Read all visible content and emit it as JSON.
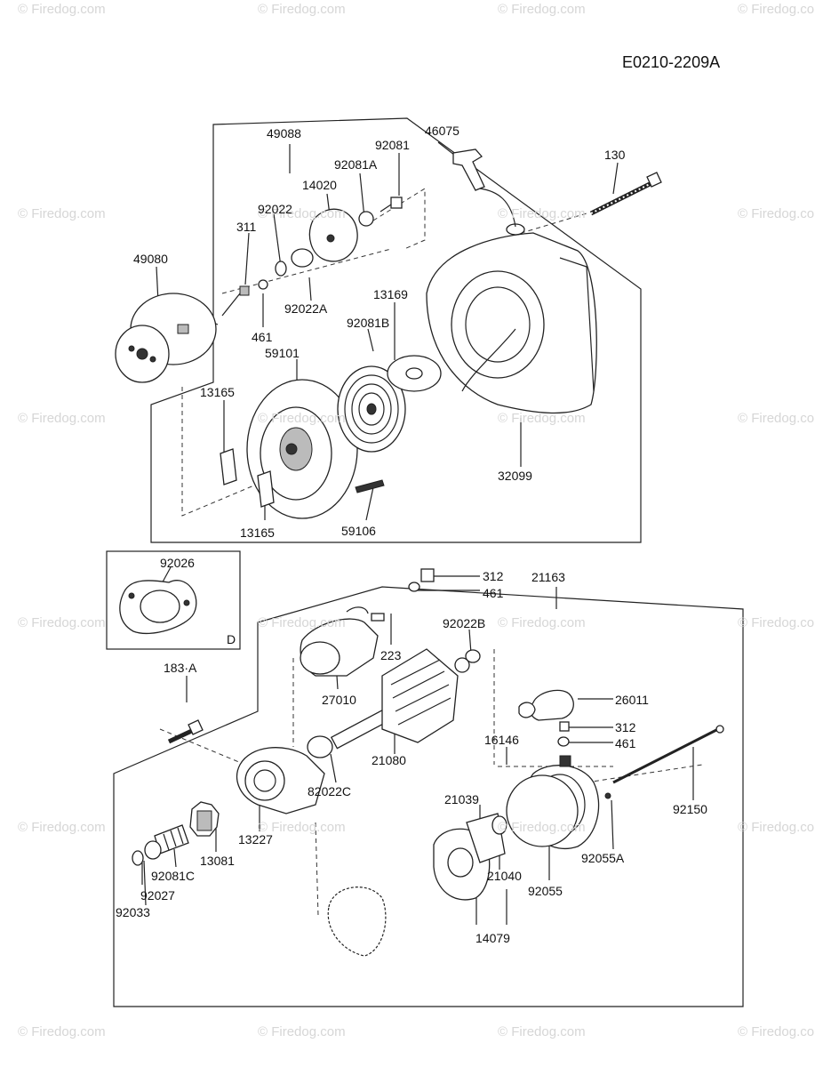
{
  "diagram_id": "E0210-2209A",
  "watermark": "© Firedog.com",
  "callouts": {
    "c49088": "49088",
    "c46075": "46075",
    "c92081": "92081",
    "c92081A": "92081A",
    "c14020": "14020",
    "c92022": "92022",
    "c311": "311",
    "c130": "130",
    "c49080": "49080",
    "c92022A": "92022A",
    "c461a": "461",
    "c13169": "13169",
    "c92081B": "92081B",
    "c59101": "59101",
    "c13165a": "13165",
    "c32099": "32099",
    "c13165b": "13165",
    "c59106": "59106",
    "c92026": "92026",
    "cD": "D",
    "c312a": "312",
    "c461b": "461",
    "c21163": "21163",
    "c92022B": "92022B",
    "c223": "223",
    "c183A": "183·A",
    "c27010": "27010",
    "c26011": "26011",
    "c312b": "312",
    "c16146": "16146",
    "c461c": "461",
    "c21080": "21080",
    "c82022C": "82022C",
    "c21039": "21039",
    "c92150": "92150",
    "c13227": "13227",
    "c13081": "13081",
    "c92081C": "92081C",
    "c21040": "21040",
    "c92055A": "92055A",
    "c92055": "92055",
    "c92027": "92027",
    "c92033": "92033",
    "c14079": "14079"
  }
}
